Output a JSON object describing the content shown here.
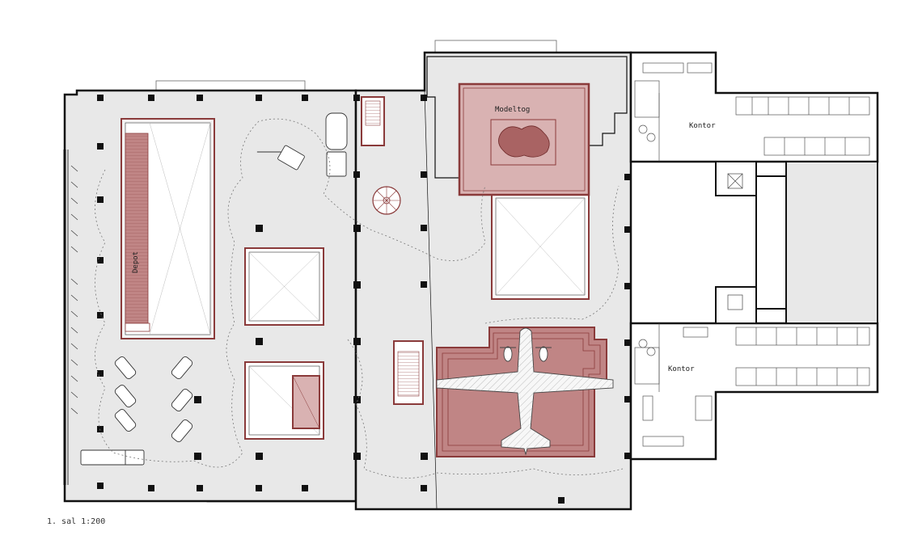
{
  "labels": {
    "modeltog": "Modeltog",
    "kontor_top": "Kontor",
    "kontor_bottom": "Kontor",
    "depot": "Depot"
  },
  "caption": "1. sal 1:200",
  "colors": {
    "floor": "#e8e8e8",
    "wall": "#111111",
    "accent": "#8a3a3a",
    "accent_fill": "#c08585",
    "accent_light": "#d9b2b2",
    "exhibit_fill": "#f7f7f7"
  }
}
